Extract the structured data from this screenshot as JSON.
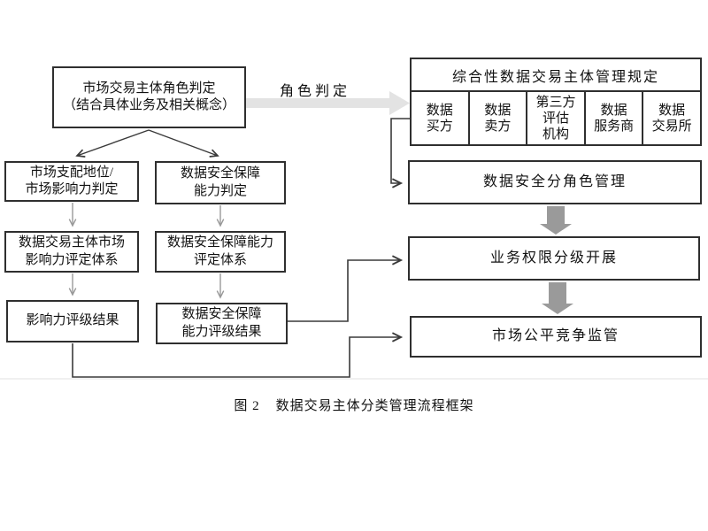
{
  "diagram": {
    "role_box": {
      "line1": "市场交易主体角色判定",
      "line2": "（结合具体业务及相关概念）"
    },
    "role_arrow_label": "角色判定",
    "market_dominance": {
      "line1": "市场支配地位/",
      "line2": "市场影响力判定"
    },
    "security_capability": {
      "line1": "数据安全保障",
      "line2": "能力判定"
    },
    "influence_system": {
      "line1": "数据交易主体市场",
      "line2": "影响力评定体系"
    },
    "security_system": {
      "line1": "数据安全保障能力",
      "line2": "评定体系"
    },
    "influence_result": {
      "line1": "影响力评级结果"
    },
    "security_result": {
      "line1": "数据安全保障",
      "line2": "能力评级结果"
    },
    "regulation": {
      "header": "综合性数据交易主体管理规定",
      "cells": [
        {
          "line1": "数据",
          "line2": "买方"
        },
        {
          "line1": "数据",
          "line2": "卖方"
        },
        {
          "line1": "第三方",
          "line2": "评估",
          "line3": "机构"
        },
        {
          "line1": "数据",
          "line2": "服务商"
        },
        {
          "line1": "数据",
          "line2": "交易所"
        }
      ]
    },
    "security_role_mgmt": "数据安全分角色管理",
    "business_permission": "业务权限分级开展",
    "fair_competition": "市场公平竞争监管"
  },
  "caption": {
    "label": "图 2",
    "text": "数据交易主体分类管理流程框架"
  },
  "colors": {
    "box_border": "#2f2f2f",
    "text": "#111111",
    "big_arrow_fill": "#e3e3e3",
    "block_arrow_fill": "#9a9a9a",
    "thin_arrow": "#999999",
    "connector": "#3a3a3a",
    "faint_line": "#ebebeb"
  }
}
